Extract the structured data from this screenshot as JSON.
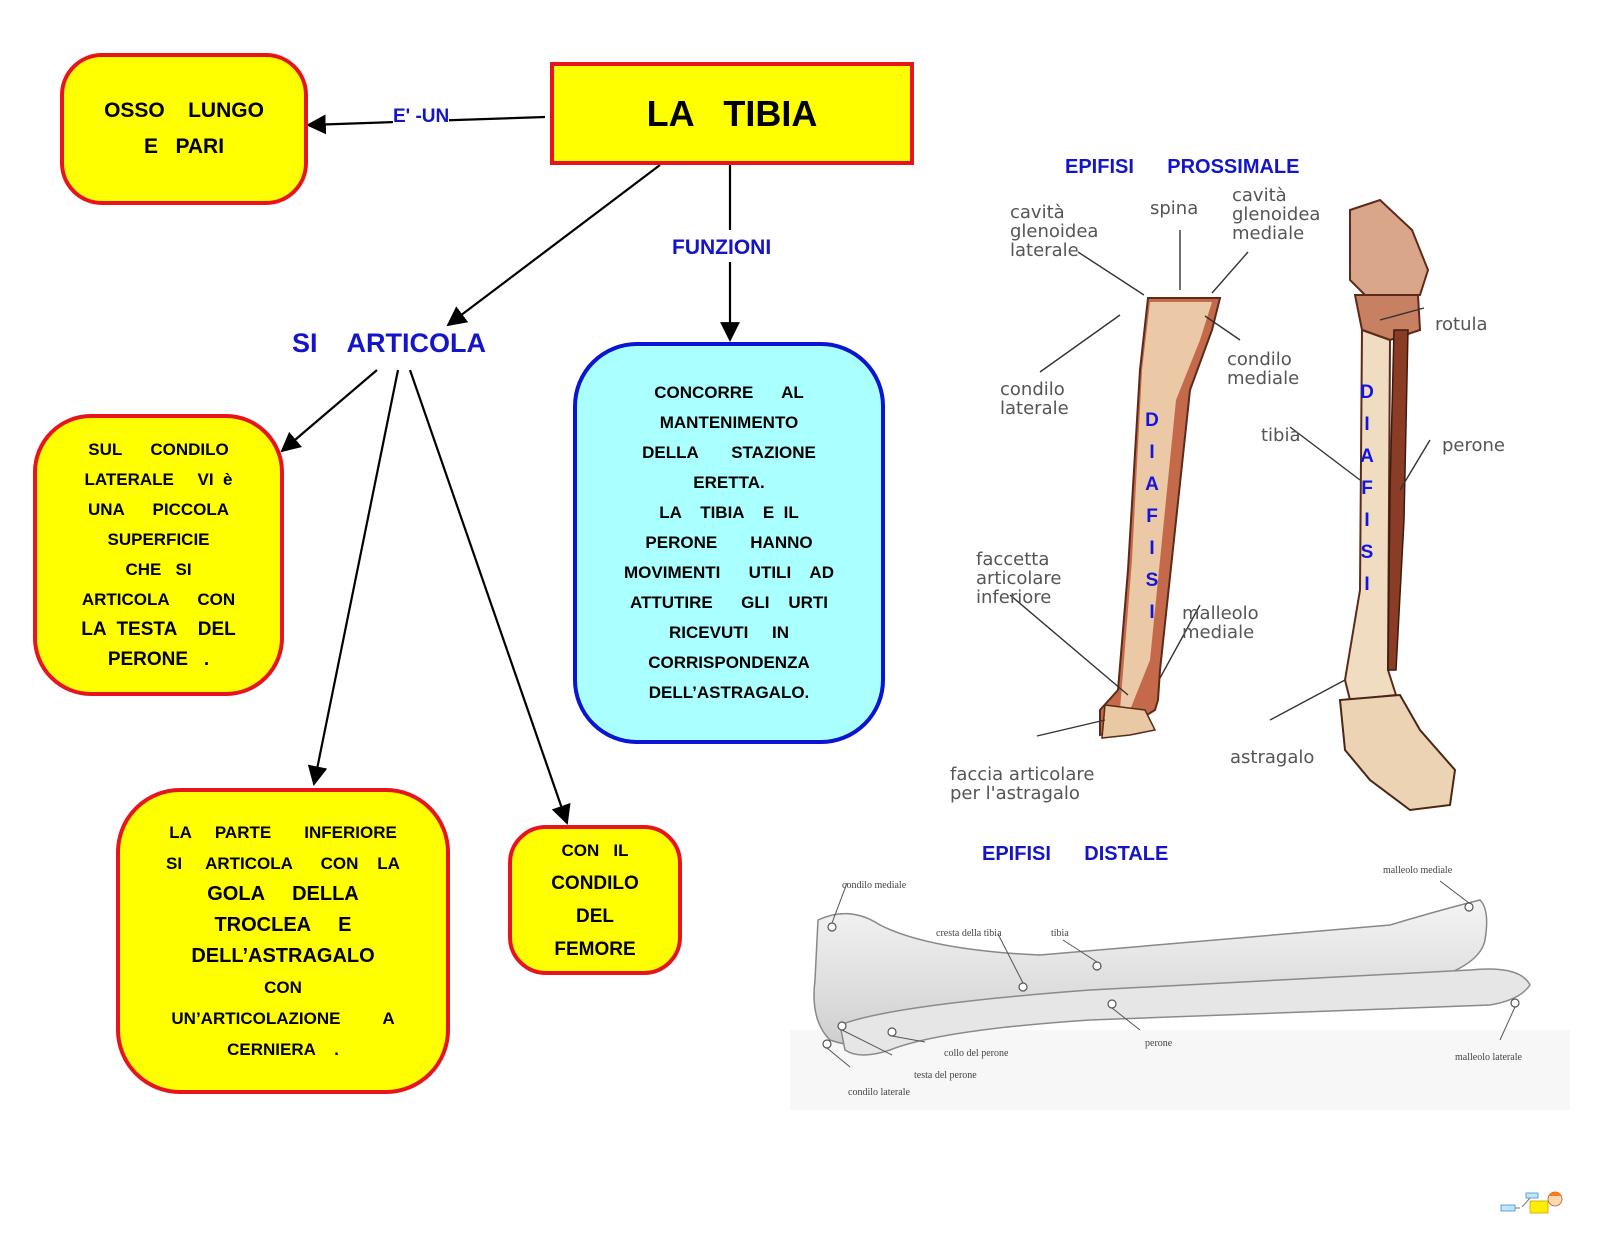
{
  "concept_map": {
    "root": {
      "label": "LA   TIBIA"
    },
    "links": {
      "is_a": "E' -UN",
      "functions": "FUNZIONI",
      "articulates": "SI    ARTICOLA"
    },
    "nodes": {
      "osso_lungo": [
        "OSSO    LUNGO",
        "E   PARI"
      ],
      "funzioni": [
        "CONCORRE      AL",
        "MANTENIMENTO",
        "DELLA       STAZIONE",
        "ERETTA.",
        "LA    TIBIA    E  IL",
        "PERONE       HANNO",
        "MOVIMENTI      UTILI    AD",
        "ATTUTIRE      GLI    URTI",
        "RICEVUTI     IN",
        "CORRISPONDENZA",
        "DELL’ASTRAGALO."
      ],
      "condilo_laterale": [
        "SUL      CONDILO",
        "LATERALE     VI  è",
        "UNA      PICCOLA",
        "SUPERFICIE",
        "CHE   SI",
        "ARTICOLA      CON",
        "LA  TESTA    DEL",
        "PERONE   ."
      ],
      "parte_inferiore": [
        "LA     PARTE       INFERIORE",
        "SI     ARTICOLA      CON    LA",
        "GOLA     DELLA",
        "TROCLEA     E",
        "DELL’ASTRAGALO",
        "CON",
        "UN’ARTICOLAZIONE         A",
        "CERNIERA    ."
      ],
      "condilo_femore": [
        "CON   IL",
        "CONDILO",
        "DEL",
        "FEMORE"
      ]
    }
  },
  "illustrations": {
    "proximal_heading": "EPIFISI      PROSSIMALE",
    "distal_heading": "EPIFISI      DISTALE",
    "diafisi_letters": [
      "D",
      "I",
      "A",
      "F",
      "I",
      "S",
      "I"
    ],
    "front_view_labels": {
      "cavita_laterale": "cavità\nglenoidea\nlaterale",
      "spina": "spina",
      "cavita_mediale": "cavità\nglenoidea\nmediale",
      "condilo_laterale": "condilo\nlaterale",
      "condilo_mediale": "condilo\nmediale",
      "faccetta": "faccetta\narticolare\ninferiore",
      "malleolo_mediale": "malleolo\nmediale",
      "faccia": "faccia articolare\nper l'astragalo"
    },
    "leg_view_labels": {
      "rotula": "rotula",
      "tibia": "tibia",
      "perone": "perone",
      "astragalo": "astragalo"
    },
    "side_view_labels": {
      "condilo_mediale": "condilo mediale",
      "cresta": "cresta della tibia",
      "tibia": "tibia",
      "malleolo_mediale": "malleolo mediale",
      "perone": "perone",
      "collo": "collo del perone",
      "testa": "testa del perone",
      "condilo_laterale": "condilo laterale",
      "malleolo_laterale": "malleolo laterale"
    }
  },
  "footer": {
    "logo": "CmapTools-logo"
  }
}
